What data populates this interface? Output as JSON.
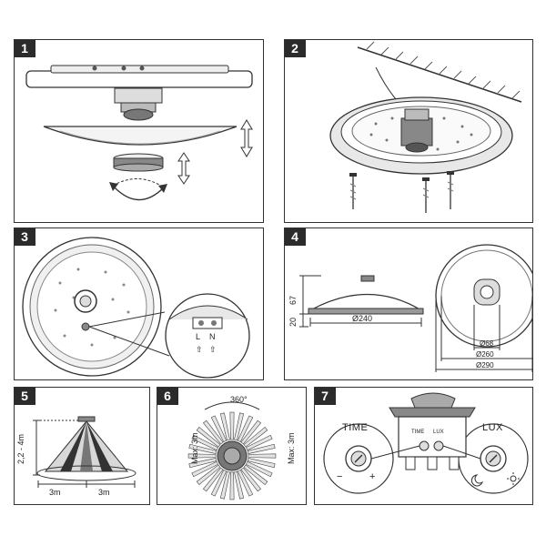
{
  "panels": {
    "p1": {
      "badge": "1"
    },
    "p2": {
      "badge": "2"
    },
    "p3": {
      "badge": "3",
      "terminal_l": "L",
      "terminal_n": "N",
      "arrow_l": "⇧",
      "arrow_n": "⇧"
    },
    "p4": {
      "badge": "4",
      "dim_67": "67",
      "dim_20": "20",
      "dim_240": "Ø240",
      "dim_68": "Ø68",
      "dim_260": "Ø260",
      "dim_290": "Ø290"
    },
    "p5": {
      "badge": "5",
      "height": "2,2 - 4m",
      "left_range": "3m",
      "right_range": "3m"
    },
    "p6": {
      "badge": "6",
      "angle": "360°",
      "left_max": "Max: 3m",
      "right_max": "Max: 3m"
    },
    "p7": {
      "badge": "7",
      "time_label": "TIME",
      "lux_label": "LUX",
      "time_small": "TIME",
      "lux_small": "LUX",
      "minus": "−",
      "plus": "+"
    }
  },
  "colors": {
    "line": "#333333",
    "badge_bg": "#2b2b2b",
    "shade": "#9a9a9a",
    "light": "#dcdcdc"
  }
}
